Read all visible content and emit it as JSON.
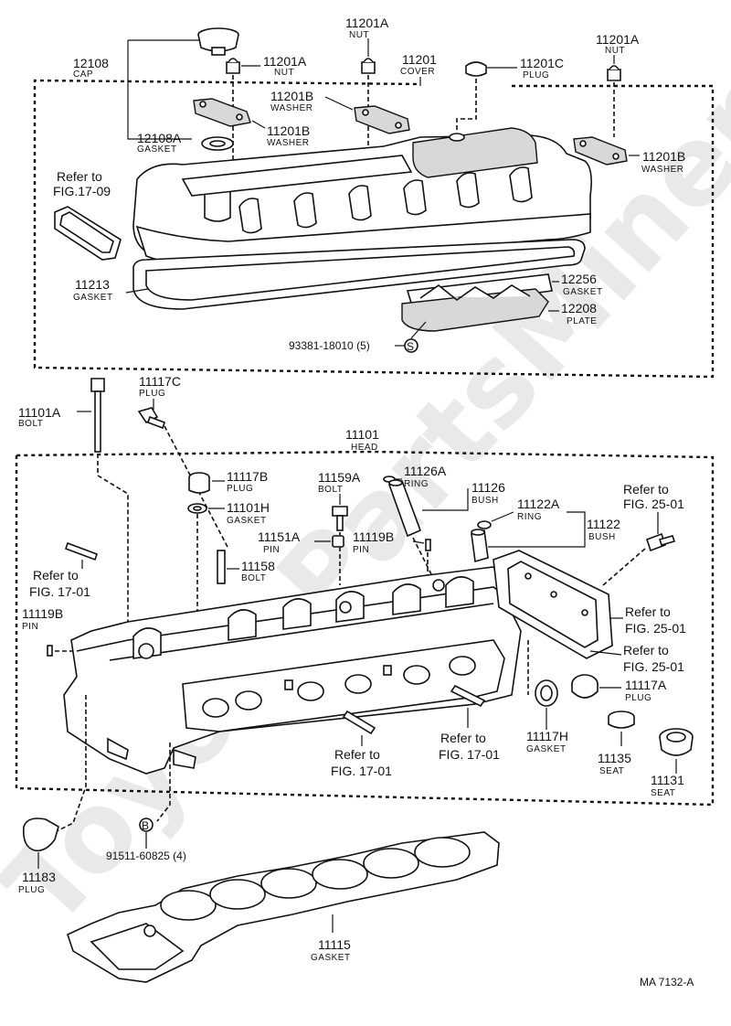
{
  "watermark": "ToyotaPartsMiner.ru",
  "figure_code": "MA 7132-A",
  "parts": {
    "p12108": {
      "num": "12108",
      "name": "CAP"
    },
    "p11201A_1": {
      "num": "11201A",
      "name": "NUT"
    },
    "p11201A_2": {
      "num": "11201A",
      "name": "NUT"
    },
    "p11201A_3": {
      "num": "11201A",
      "name": "NUT"
    },
    "p11201": {
      "num": "11201",
      "name": "COVER"
    },
    "p11201C": {
      "num": "11201C",
      "name": "PLUG"
    },
    "p11201B_1": {
      "num": "11201B",
      "name": "WASHER"
    },
    "p11201B_2": {
      "num": "11201B",
      "name": "WASHER"
    },
    "p11201B_3": {
      "num": "11201B",
      "name": "WASHER"
    },
    "p12108A": {
      "num": "12108A",
      "name": "GASKET"
    },
    "p11213": {
      "num": "11213",
      "name": "GASKET"
    },
    "p12256": {
      "num": "12256",
      "name": "GASKET"
    },
    "p12208": {
      "num": "12208",
      "name": "PLATE"
    },
    "p11101A": {
      "num": "11101A",
      "name": "BOLT"
    },
    "p11117C": {
      "num": "11117C",
      "name": "PLUG"
    },
    "p11101": {
      "num": "11101",
      "name": "HEAD"
    },
    "p11117B": {
      "num": "11117B",
      "name": "PLUG"
    },
    "p11101H": {
      "num": "11101H",
      "name": "GASKET"
    },
    "p11159A": {
      "num": "11159A",
      "name": "BOLT"
    },
    "p11126A": {
      "num": "11126A",
      "name": "RING"
    },
    "p11126": {
      "num": "11126",
      "name": "BUSH"
    },
    "p11122A": {
      "num": "11122A",
      "name": "RING"
    },
    "p11122": {
      "num": "11122",
      "name": "BUSH"
    },
    "p11151A": {
      "num": "11151A",
      "name": "PIN"
    },
    "p11119B_1": {
      "num": "11119B",
      "name": "PIN"
    },
    "p11119B_2": {
      "num": "11119B",
      "name": "PIN"
    },
    "p11158": {
      "num": "11158",
      "name": "BOLT"
    },
    "p11117A": {
      "num": "11117A",
      "name": "PLUG"
    },
    "p11117H": {
      "num": "11117H",
      "name": "GASKET"
    },
    "p11135": {
      "num": "11135",
      "name": "SEAT"
    },
    "p11131": {
      "num": "11131",
      "name": "SEAT"
    },
    "p11183": {
      "num": "11183",
      "name": "PLUG"
    },
    "p11115": {
      "num": "11115",
      "name": "GASKET"
    }
  },
  "refs": {
    "r1709": {
      "line1": "Refer to",
      "line2": "FIG.17-09"
    },
    "r2501a": {
      "line1": "Refer to",
      "line2": "FIG. 25-01"
    },
    "r1701a": {
      "line1": "Refer to",
      "line2": "FIG. 17-01"
    },
    "r2501b": {
      "line1": "Refer to",
      "line2": "FIG. 25-01"
    },
    "r2501c": {
      "line1": "Refer to",
      "line2": "FIG. 25-01"
    },
    "r1701b": {
      "line1": "Refer to",
      "line2": "FIG. 17-01"
    },
    "r1701c": {
      "line1": "Refer to",
      "line2": "FIG. 17-01"
    }
  },
  "codes": {
    "screw": {
      "text": "93381-18010 (5)",
      "symbol": "S"
    },
    "bolt": {
      "text": "91511-60825 (4)",
      "symbol": "B"
    }
  }
}
